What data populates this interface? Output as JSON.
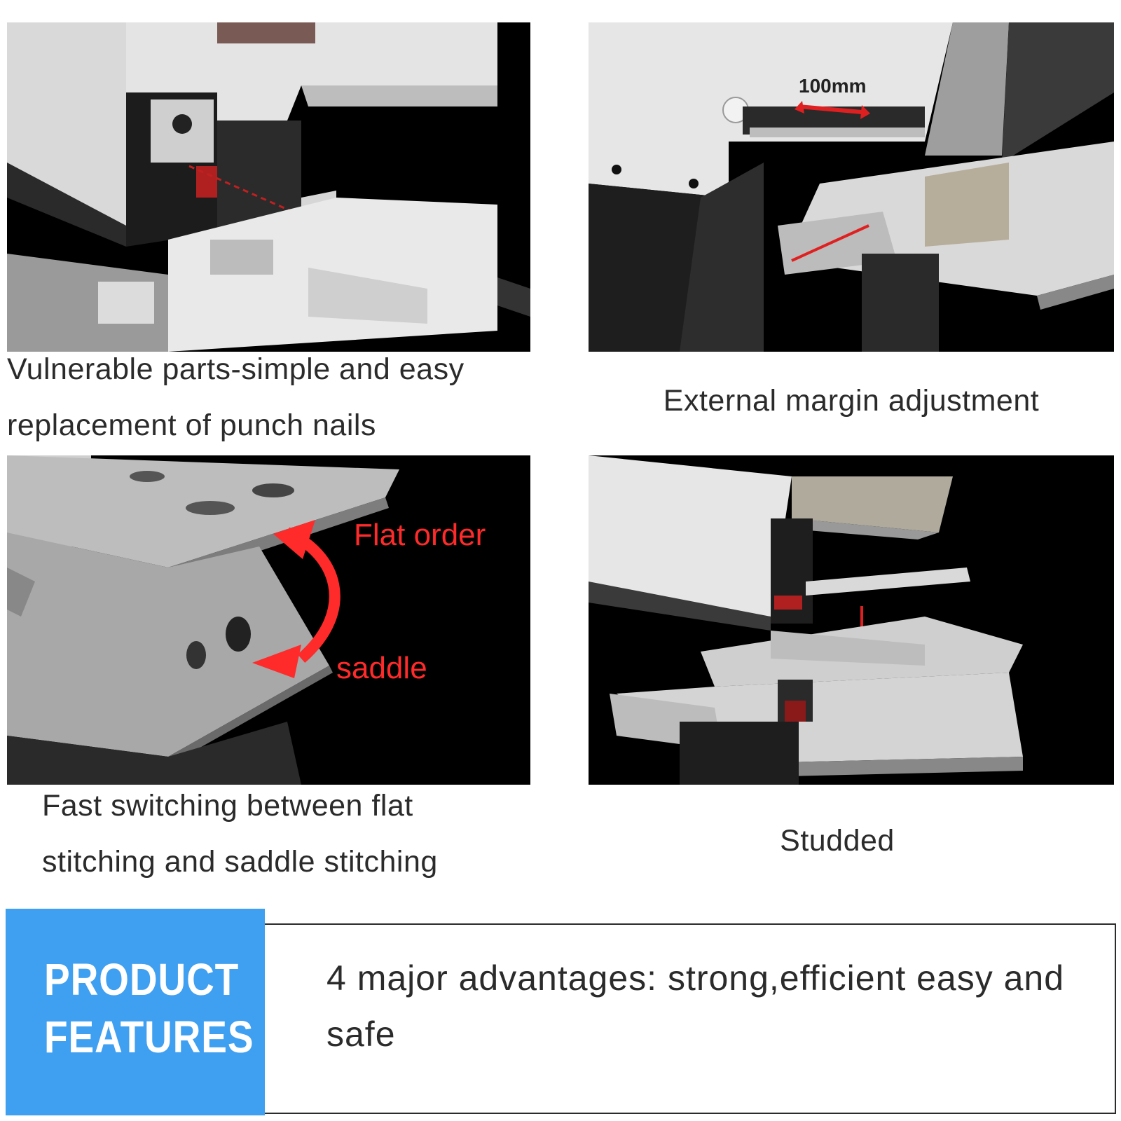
{
  "panels": [
    {
      "name": "punch-nails-panel",
      "caption_lines": [
        "Vulnerable parts-simple and easy",
        "replacement of punch nails"
      ]
    },
    {
      "name": "margin-adjustment-panel",
      "measure_label": "100mm",
      "caption_lines": [
        "External margin adjustment"
      ]
    },
    {
      "name": "flat-saddle-panel",
      "label_top": "Flat order",
      "label_bottom": "saddle",
      "caption_lines": [
        "Fast switching between flat",
        "stitching and saddle stitching"
      ]
    },
    {
      "name": "studded-panel",
      "caption_lines": [
        "Studded"
      ]
    }
  ],
  "banner": {
    "title_line1": "PRODUCT",
    "title_line2": "FEATURES",
    "description": "4 major advantages: strong,efficient easy and safe"
  },
  "colors": {
    "accent_blue": "#3f9ff0",
    "arrow_red": "#ff2a2a",
    "panel_bg": "#000000"
  }
}
